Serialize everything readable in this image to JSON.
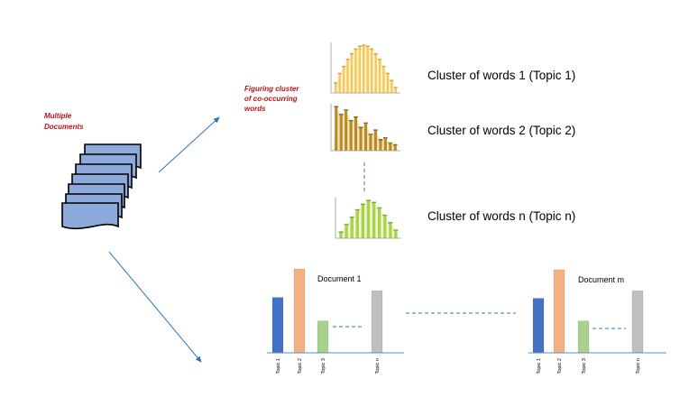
{
  "notes": {
    "multiple_documents": [
      "Multiple",
      "Documents"
    ],
    "figuring_cluster": [
      "Figuring cluster",
      "of co-occurring",
      "words"
    ]
  },
  "clusters": [
    {
      "label": "Cluster of words 1 (Topic 1)",
      "shape": "bell",
      "values": [
        2,
        4,
        5.5,
        7,
        8.2,
        9.2,
        9.8,
        10,
        9.8,
        9.2,
        8.2,
        7,
        5.5,
        4,
        2.5,
        1
      ],
      "colors": {
        "fill": "#fce7a6",
        "light": "#fff5d6",
        "bar": "#f5c85b",
        "axis": "#d9a62e"
      }
    },
    {
      "label": "Cluster of words 2 (Topic 2)",
      "shape": "decreasing",
      "values": [
        10,
        8.2,
        9.2,
        6.8,
        7.6,
        5.2,
        6.2,
        3.6,
        4.6,
        2.4,
        2.8,
        1.6,
        1.2
      ],
      "colors": {
        "fill": "#e3c98a",
        "light": "#f2e4bf",
        "bar": "#b88a24",
        "axis": "#8a6a1c"
      }
    },
    {
      "label": "Cluster of words n (Topic n)",
      "shape": "bell",
      "values": [
        1.5,
        3.5,
        5.5,
        7.5,
        9,
        10,
        9.5,
        8,
        6,
        4,
        2
      ],
      "colors": {
        "fill": "#d9ef9c",
        "light": "#eef8d0",
        "bar": "#a8d34a",
        "axis": "#7fa82e"
      }
    }
  ],
  "documents": [
    {
      "title": "Document 1",
      "topics": [
        {
          "label": "Topic 1",
          "value": 0.66,
          "color": "#4472c4"
        },
        {
          "label": "Topic 2",
          "value": 1.0,
          "color": "#f4b183"
        },
        {
          "label": "Topic 3",
          "value": 0.38,
          "color": "#a9d18e"
        },
        {
          "label": "Topic n",
          "value": 0.74,
          "color": "#bfbfbf"
        }
      ]
    },
    {
      "title": "Document m",
      "topics": [
        {
          "label": "Topic 1",
          "value": 0.65,
          "color": "#4472c4"
        },
        {
          "label": "Topic 2",
          "value": 0.99,
          "color": "#f4b183"
        },
        {
          "label": "Topic 3",
          "value": 0.38,
          "color": "#a9d18e"
        },
        {
          "label": "Topic n",
          "value": 0.74,
          "color": "#bfbfbf"
        }
      ]
    }
  ],
  "colors": {
    "arrow": "#2e75b6",
    "connector": "#2e75b6",
    "doc_stack_fill": "#8eaadb",
    "doc_stack_outline": "#000000",
    "annotation_red": "#b0151b"
  }
}
